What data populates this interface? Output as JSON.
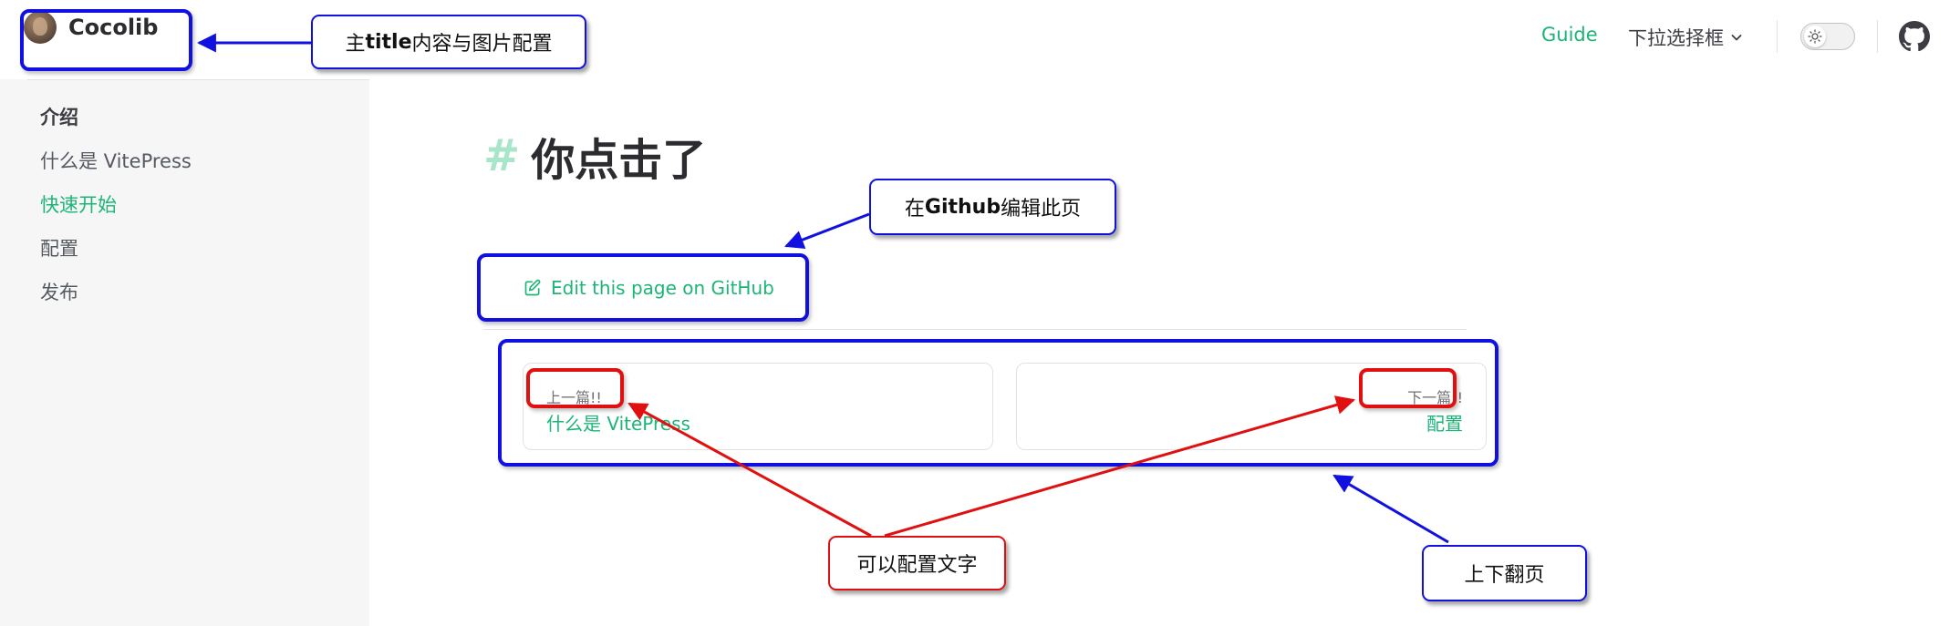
{
  "nav": {
    "brand": {
      "title": "Cocolib"
    },
    "guide": "Guide",
    "dropdown": "下拉选择框",
    "theme_icon": "sun-icon",
    "github_icon": "github-icon"
  },
  "sidebar": {
    "group_title": "介绍",
    "items": [
      {
        "label": "什么是 VitePress"
      },
      {
        "label": "快速开始"
      },
      {
        "label": "配置"
      },
      {
        "label": "发布"
      }
    ]
  },
  "main": {
    "anchor": "#",
    "title": "你点击了",
    "edit_link": "Edit this page on GitHub",
    "prev": {
      "desc": "上一篇!!",
      "title": "什么是 VitePress"
    },
    "next": {
      "desc": "下一篇!!",
      "title": "配置"
    }
  },
  "annotations": {
    "title_config": {
      "part1": "主 ",
      "bold": "title",
      "part2": " 内容与图片配置"
    },
    "edit_github": {
      "part1": "在 ",
      "bold": "Github",
      "part2": " 编辑此页"
    },
    "text_config": "可以配置文字",
    "paging": "上下翻页"
  },
  "colors": {
    "brand": "#1db577",
    "annotation_blue": "#1010e0",
    "annotation_red": "#e01010"
  }
}
